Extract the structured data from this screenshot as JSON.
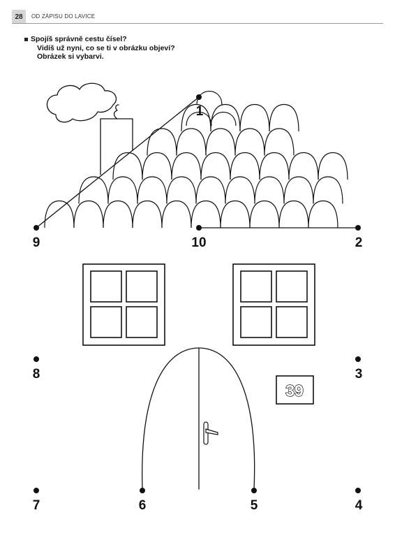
{
  "header": {
    "page_number": "28",
    "section_title": "OD ZÁPISU DO LAVICE"
  },
  "instructions": [
    "Spojíš správně cestu čísel?",
    "Vidíš už nyni, co se ti v obrázku objeví?",
    "Obrázek si vybarvi."
  ],
  "dots": [
    {
      "label": "1"
    },
    {
      "label": "2"
    },
    {
      "label": "3"
    },
    {
      "label": "4"
    },
    {
      "label": "5"
    },
    {
      "label": "6"
    },
    {
      "label": "7"
    },
    {
      "label": "8"
    },
    {
      "label": "9"
    },
    {
      "label": "10"
    }
  ],
  "house_number": "39",
  "colors": {
    "ink": "#111111",
    "header_box": "#d6d6d6"
  }
}
